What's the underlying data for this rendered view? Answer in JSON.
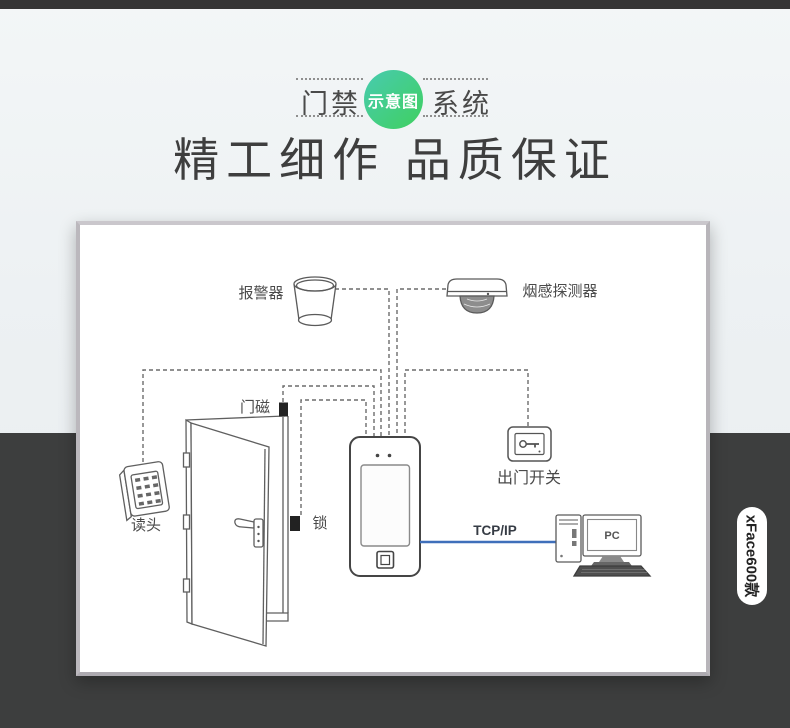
{
  "page": {
    "badge": {
      "left": "门禁",
      "center": "示意图",
      "right": "系统"
    },
    "title": "精工细作 品质保证",
    "side_tag": "xFace600款",
    "colors": {
      "badge_gradient_start": "#48cbb0",
      "badge_gradient_end": "#3fd05f",
      "dark_band": "#3d3e3e",
      "top_bar": "#353535",
      "tcpip_line_blue": "#3f6fba",
      "diagram_line_gray": "#5f5f5f"
    }
  },
  "diagram": {
    "labels": {
      "alarm": "报警器",
      "smoke_detector": "烟感探测器",
      "door_magnet": "门磁",
      "lock": "锁",
      "reader": "读头",
      "exit_switch": "出门开关",
      "tcpip": "TCP/IP",
      "pc": "PC"
    }
  }
}
